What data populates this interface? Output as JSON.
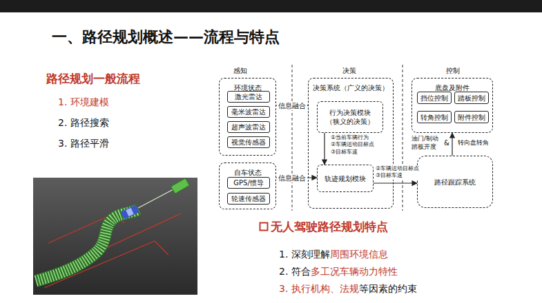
{
  "diagram": {
    "title": "一、路径规划概述——流程与特点",
    "nodes": [
      {
        "text": [
          "环境状态"
        ]
      },
      {
        "text": [
          "激光雷达"
        ],
        "in": 0
      },
      {
        "text": [
          "毫米波雷达"
        ],
        "in": 0
      },
      {
        "text": [
          "超声波雷达"
        ],
        "in": 0
      },
      {
        "text": [
          "视觉传感器"
        ],
        "in": 0
      },
      {
        "text": [
          "自车状态"
        ]
      },
      {
        "text": [
          "GPS/惯导"
        ],
        "in": 5
      },
      {
        "text": [
          "轮速传感器"
        ],
        "in": 5
      },
      {
        "text": [
          "决策系统（广义的决策）"
        ]
      },
      {
        "text": [
          "行为决策模块",
          "（狭义的决策）"
        ],
        "in": 8
      },
      {
        "text": [
          "轨迹规划模块"
        ],
        "in": 8
      },
      {
        "text": [
          "底盘及附件"
        ]
      },
      {
        "text": [
          "挡位控制"
        ],
        "in": 11
      },
      {
        "text": [
          "踏板控制"
        ],
        "in": 11
      },
      {
        "text": [
          "转角控制"
        ],
        "in": 11
      },
      {
        "text": [
          "附件控制"
        ],
        "in": 11
      },
      {
        "text": [
          "路径跟踪系统"
        ]
      }
    ],
    "edges": [
      {
        "from": 0,
        "to": 8,
        "arrow": "to",
        "label": "信息融合"
      },
      {
        "from": 5,
        "to": 10,
        "arrow": "to",
        "label": "信息融合"
      },
      {
        "from": 9,
        "to": 10,
        "arrow": "to",
        "label": "①当前车辆行为 ②车辆运动目标点 ③目标车速"
      },
      {
        "from": 10,
        "to": 16,
        "arrow": "to",
        "label": "②车辆运动目标点 ③目标车速"
      },
      {
        "from": 16,
        "to": 11,
        "arrow": "to"
      }
    ],
    "labels": [
      "感知",
      "决策",
      "控制",
      "路径规划一般流程",
      "1. 环境建模",
      "2. 路径搜索",
      "3. 路径平滑",
      "油门/制动 踏板开度",
      "&",
      "转向盘转角",
      "无人驾驶路径规划特点",
      "1. 深刻理解",
      "周围环境信息",
      "2. 符合",
      "多工况车辆动力特性",
      "3. 执行机构、法规",
      "等因素的约束"
    ]
  }
}
